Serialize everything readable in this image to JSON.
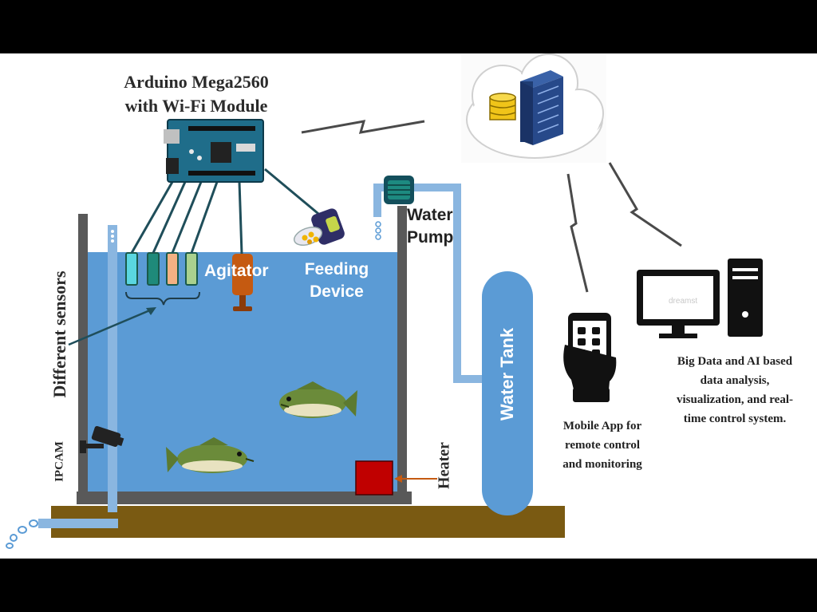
{
  "labels": {
    "arduino": [
      "Arduino Mega2560",
      "with Wi-Fi Module"
    ],
    "agitator": "Agitator",
    "feeding": [
      "Feeding",
      "Device"
    ],
    "water_pump": [
      "Water",
      "Pump"
    ],
    "water_tank": "Water Tank",
    "different_sensors": "Different sensors",
    "ipcam": "IPCAM",
    "heater": "Heater",
    "mobile_app": [
      "Mobile App for",
      "remote control",
      "and monitoring"
    ],
    "big_data": [
      "Big Data and AI based",
      "data analysis,",
      "visualization, and real-",
      "time control system."
    ],
    "watermark": "dreamst"
  },
  "colors": {
    "water": "#5b9bd5",
    "tank_wall": "#595959",
    "ground": "#7a5a12",
    "heater": "#c00000",
    "board": "#1f6d8a",
    "server": "#1f3d73",
    "db": "#f0c419"
  }
}
